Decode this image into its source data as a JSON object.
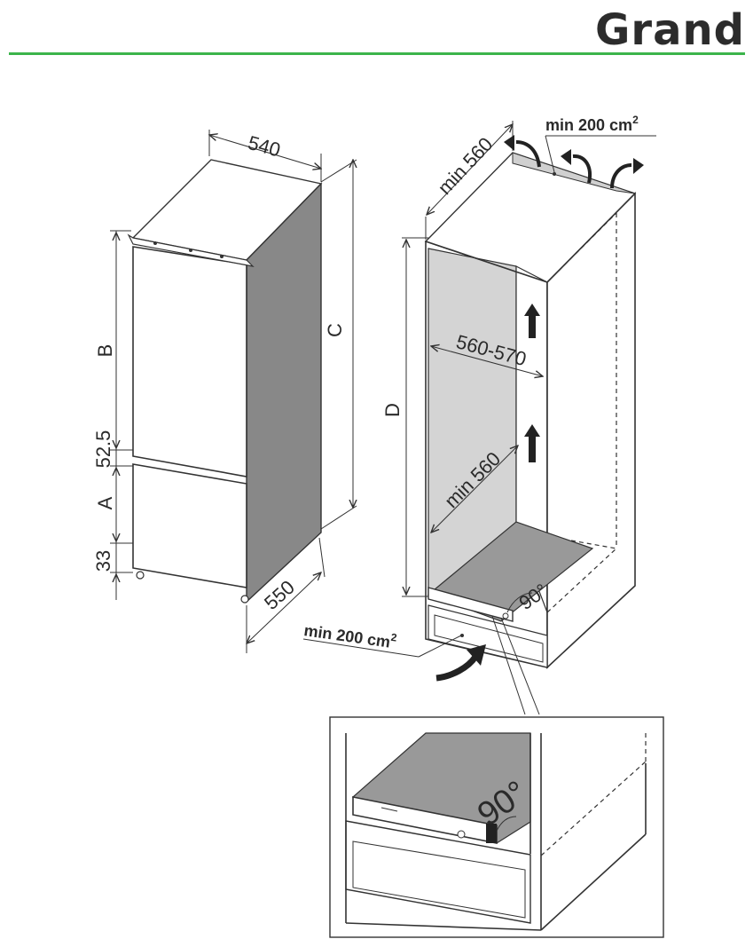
{
  "brand": {
    "name": "Grand",
    "accent": "#3cb44b"
  },
  "labels": {
    "width_top": "540",
    "depth_bottom": "550",
    "dim_a": "A",
    "dim_b": "B",
    "dim_c": "C",
    "dim_d": "D",
    "gap": "52.5",
    "plinth": "33",
    "niche_depth": "min 560",
    "niche_width": "560-570",
    "inner_depth": "min 560",
    "vent_top": "min 200 cm",
    "vent_bottom": "min 200 cm",
    "vent_sup": "2",
    "angle": "90°",
    "angle_detail": "90°"
  }
}
